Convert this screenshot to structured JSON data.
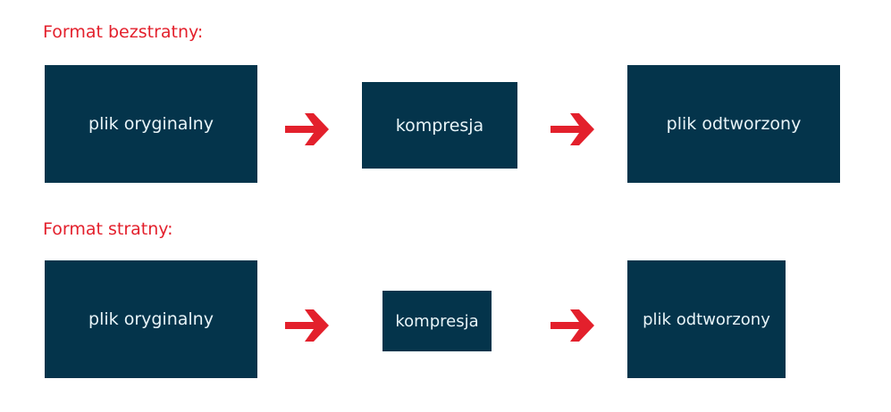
{
  "colors": {
    "title": "#e3202c",
    "box": "#04344b",
    "box_text": "#e8f4f8",
    "arrow": "#e3202c"
  },
  "rows": [
    {
      "title": "Format bezstratny:",
      "boxes": [
        "plik oryginalny",
        "kompresja",
        "plik odtworzony"
      ]
    },
    {
      "title": "Format stratny:",
      "boxes": [
        "plik oryginalny",
        "kompresja",
        "plik odtworzony"
      ]
    }
  ]
}
